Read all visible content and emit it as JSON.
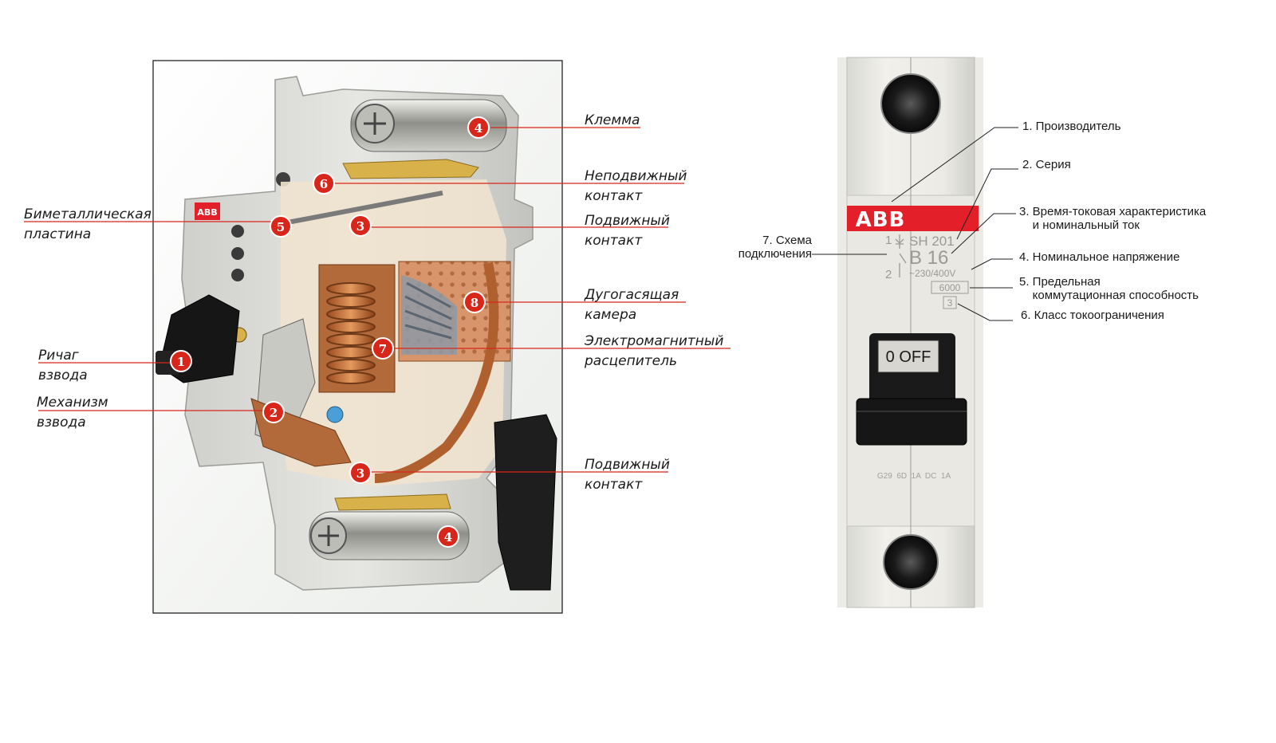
{
  "cutaway": {
    "brand_logo": "ABB",
    "labels": [
      {
        "id": "klemma",
        "lines": [
          "Клемма"
        ]
      },
      {
        "id": "fixed-contact",
        "lines": [
          "Неподвижный",
          "контакт"
        ]
      },
      {
        "id": "moving-contact-top",
        "lines": [
          "Подвижный",
          "контакт"
        ]
      },
      {
        "id": "arc-chamber",
        "lines": [
          "Дугогасящая",
          "камера"
        ]
      },
      {
        "id": "em-release",
        "lines": [
          "Электромагнитный",
          "расцепитель"
        ]
      },
      {
        "id": "moving-contact-bottom",
        "lines": [
          "Подвижный",
          "контакт"
        ]
      },
      {
        "id": "bimetal",
        "lines": [
          "Биметаллическая",
          "пластина"
        ]
      },
      {
        "id": "lever",
        "lines": [
          "Ричаг",
          "взвода"
        ]
      },
      {
        "id": "mechanism",
        "lines": [
          "Механизм",
          "взвода"
        ]
      }
    ],
    "badges": [
      {
        "num": "4",
        "target": "klemma"
      },
      {
        "num": "6",
        "target": "fixed-contact"
      },
      {
        "num": "3",
        "target": "moving-contact-top"
      },
      {
        "num": "5",
        "target": "bimetal"
      },
      {
        "num": "8",
        "target": "arc-chamber"
      },
      {
        "num": "7",
        "target": "em-release"
      },
      {
        "num": "1",
        "target": "lever"
      },
      {
        "num": "2",
        "target": "mechanism"
      },
      {
        "num": "3",
        "target": "moving-contact-bottom"
      },
      {
        "num": "4",
        "target": "klemma"
      }
    ]
  },
  "breaker_front": {
    "brand": "ABB",
    "series": "SH 201",
    "rating": "B 16",
    "voltage": "~230/400V",
    "breaking_capacity": "6000",
    "limiting_class": "3",
    "switch_text": "0  OFF",
    "pole_marks": [
      "1",
      "2"
    ],
    "bottom_codes": "G29  6D  1A  DC  1A"
  },
  "annotations": [
    {
      "id": "manufacturer",
      "lines": [
        "1. Производитель"
      ]
    },
    {
      "id": "series",
      "lines": [
        "2. Серия"
      ]
    },
    {
      "id": "characteristic",
      "lines": [
        "3. Время-токовая характеристика",
        "    и номинальный ток"
      ]
    },
    {
      "id": "voltage",
      "lines": [
        "4. Номинальное напряжение"
      ]
    },
    {
      "id": "capacity",
      "lines": [
        "5. Предельная",
        "    коммутационная способность"
      ]
    },
    {
      "id": "limiting-class",
      "lines": [
        "6. Класс токоограничения"
      ]
    },
    {
      "id": "diagram",
      "lines": [
        "7. Схема",
        "подключения"
      ]
    }
  ],
  "colors": {
    "accent_red": "#d8261b",
    "brand_red": "#e3202a",
    "copper": "#c8703a",
    "housing": "#dcdcd8",
    "toggle": "#161616"
  }
}
